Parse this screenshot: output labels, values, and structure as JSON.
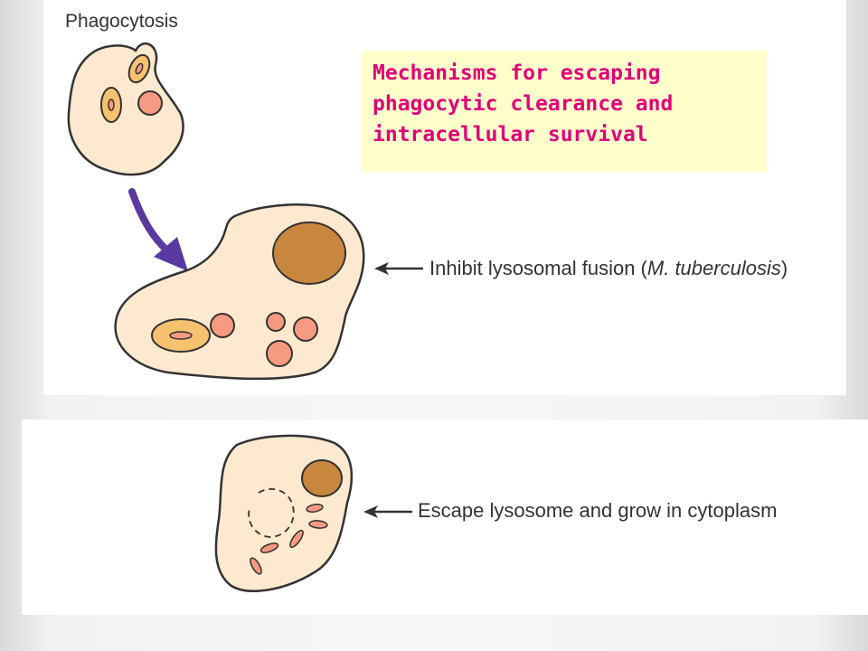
{
  "title": "Mechanisms for escaping phagocytic clearance and intracellular survival",
  "labels": {
    "phagocytosis": "Phagocytosis",
    "inhibit_prefix": "Inhibit lysosomal fusion (",
    "inhibit_genus": "M. tuberculosis",
    "inhibit_suffix": ")",
    "escape": "Escape lysosome and grow in cytoplasm"
  },
  "colors": {
    "cell_fill": "#fde9cf",
    "nucleus_fill": "#c9863e",
    "lysosome_fill": "#f79a82",
    "bacterium_fill": "#f6c270",
    "arrow_fill": "#5a3aa0",
    "title_text": "#e0007a",
    "title_bg": "#ffffcc"
  }
}
